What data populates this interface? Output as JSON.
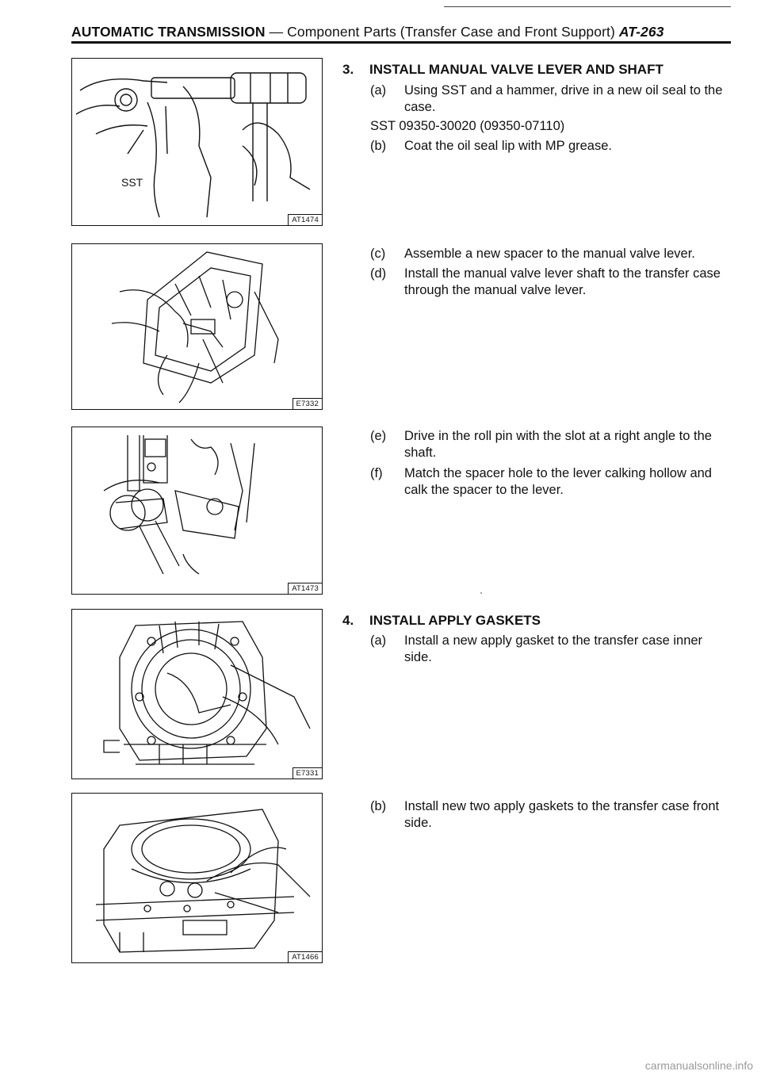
{
  "header": {
    "section": "AUTOMATIC TRANSMISSION",
    "subtitle": "— Component Parts (Transfer Case and Front Support)",
    "page": "AT-263"
  },
  "figures": [
    {
      "code": "AT1474",
      "label": "SST"
    },
    {
      "code": "E7332"
    },
    {
      "code": "AT1473"
    },
    {
      "code": "E7331"
    },
    {
      "code": "AT1466"
    }
  ],
  "sections": [
    {
      "number": "3.",
      "title": "INSTALL MANUAL VALVE LEVER AND SHAFT"
    },
    {
      "number": "4.",
      "title": "INSTALL APPLY GASKETS"
    }
  ],
  "steps": {
    "s3a": {
      "label": "(a)",
      "text": "Using SST and a hammer, drive in a new oil seal to the case."
    },
    "s3sst": "SST 09350-30020 (09350-07110)",
    "s3b": {
      "label": "(b)",
      "text": "Coat the oil seal lip with MP grease."
    },
    "s3c": {
      "label": "(c)",
      "text": "Assemble a new spacer to the manual valve lever."
    },
    "s3d": {
      "label": "(d)",
      "text": "Install the manual valve lever shaft to the transfer case through the manual valve lever."
    },
    "s3e": {
      "label": "(e)",
      "text": "Drive in the roll pin with the slot at a right angle to the shaft."
    },
    "s3f": {
      "label": "(f)",
      "text": "Match the spacer hole to the lever calking hollow and calk the spacer to the lever."
    },
    "s4a": {
      "label": "(a)",
      "text": "Install a new apply gasket to the transfer case inner side."
    },
    "s4b": {
      "label": "(b)",
      "text": "Install new two apply gaskets to the transfer case front side."
    }
  },
  "footer": "carmanualsonline.info"
}
